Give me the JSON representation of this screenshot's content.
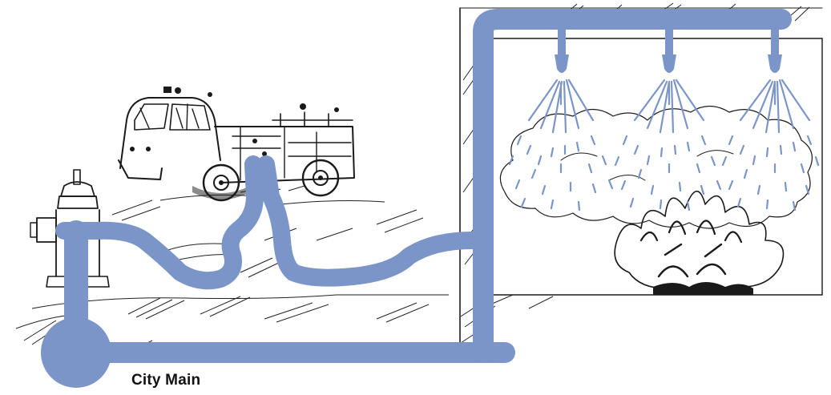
{
  "labels": {
    "city_main": "City Main"
  },
  "colors": {
    "pipe": "#7b95c9",
    "ink": "#1a1a1a",
    "background": "#ffffff"
  },
  "elements": {
    "fire_truck": "fire-truck-illustration",
    "hydrant": "fire-hydrant-illustration",
    "building": "building-wall-illustration",
    "sprinklers": "sprinkler-head-icon",
    "fire": "fire-flames-illustration"
  }
}
